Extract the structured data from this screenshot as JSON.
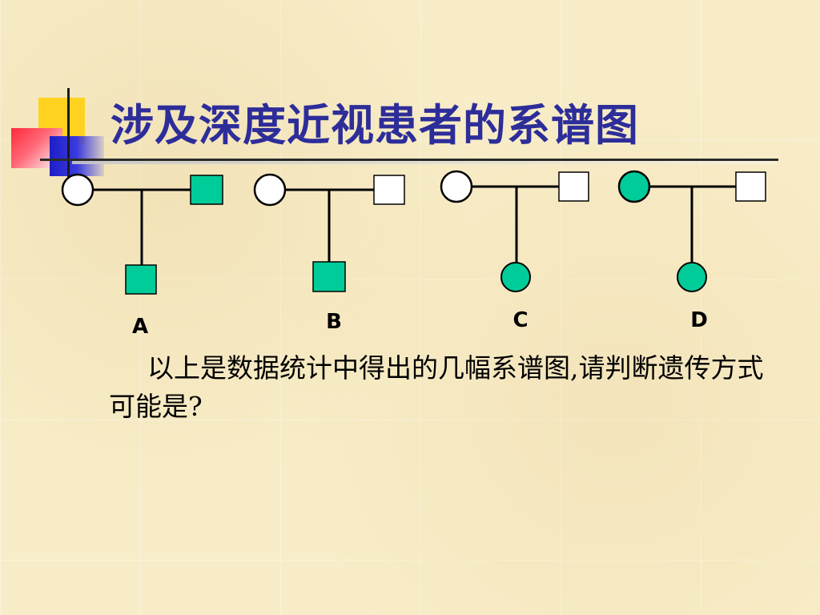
{
  "slide": {
    "title": "涉及深度近视患者的系谱图",
    "question": "以上是数据统计中得出的几幅系谱图,请判断遗传方式可能是?"
  },
  "pedigrees": [
    {
      "label": "A",
      "mother": {
        "shape": "circle",
        "affected": false
      },
      "father": {
        "shape": "square",
        "affected": true
      },
      "child": {
        "shape": "square",
        "affected": true
      }
    },
    {
      "label": "B",
      "mother": {
        "shape": "circle",
        "affected": false
      },
      "father": {
        "shape": "square",
        "affected": false
      },
      "child": {
        "shape": "square",
        "affected": true
      }
    },
    {
      "label": "C",
      "mother": {
        "shape": "circle",
        "affected": false
      },
      "father": {
        "shape": "square",
        "affected": false
      },
      "child": {
        "shape": "circle",
        "affected": true
      }
    },
    {
      "label": "D",
      "mother": {
        "shape": "circle",
        "affected": true
      },
      "father": {
        "shape": "square",
        "affected": false
      },
      "child": {
        "shape": "circle",
        "affected": true
      }
    }
  ],
  "colors": {
    "affected": "#00cc99",
    "unaffected": "#ffffff",
    "title": "#2d2d9a",
    "background": "#f8edc8"
  }
}
